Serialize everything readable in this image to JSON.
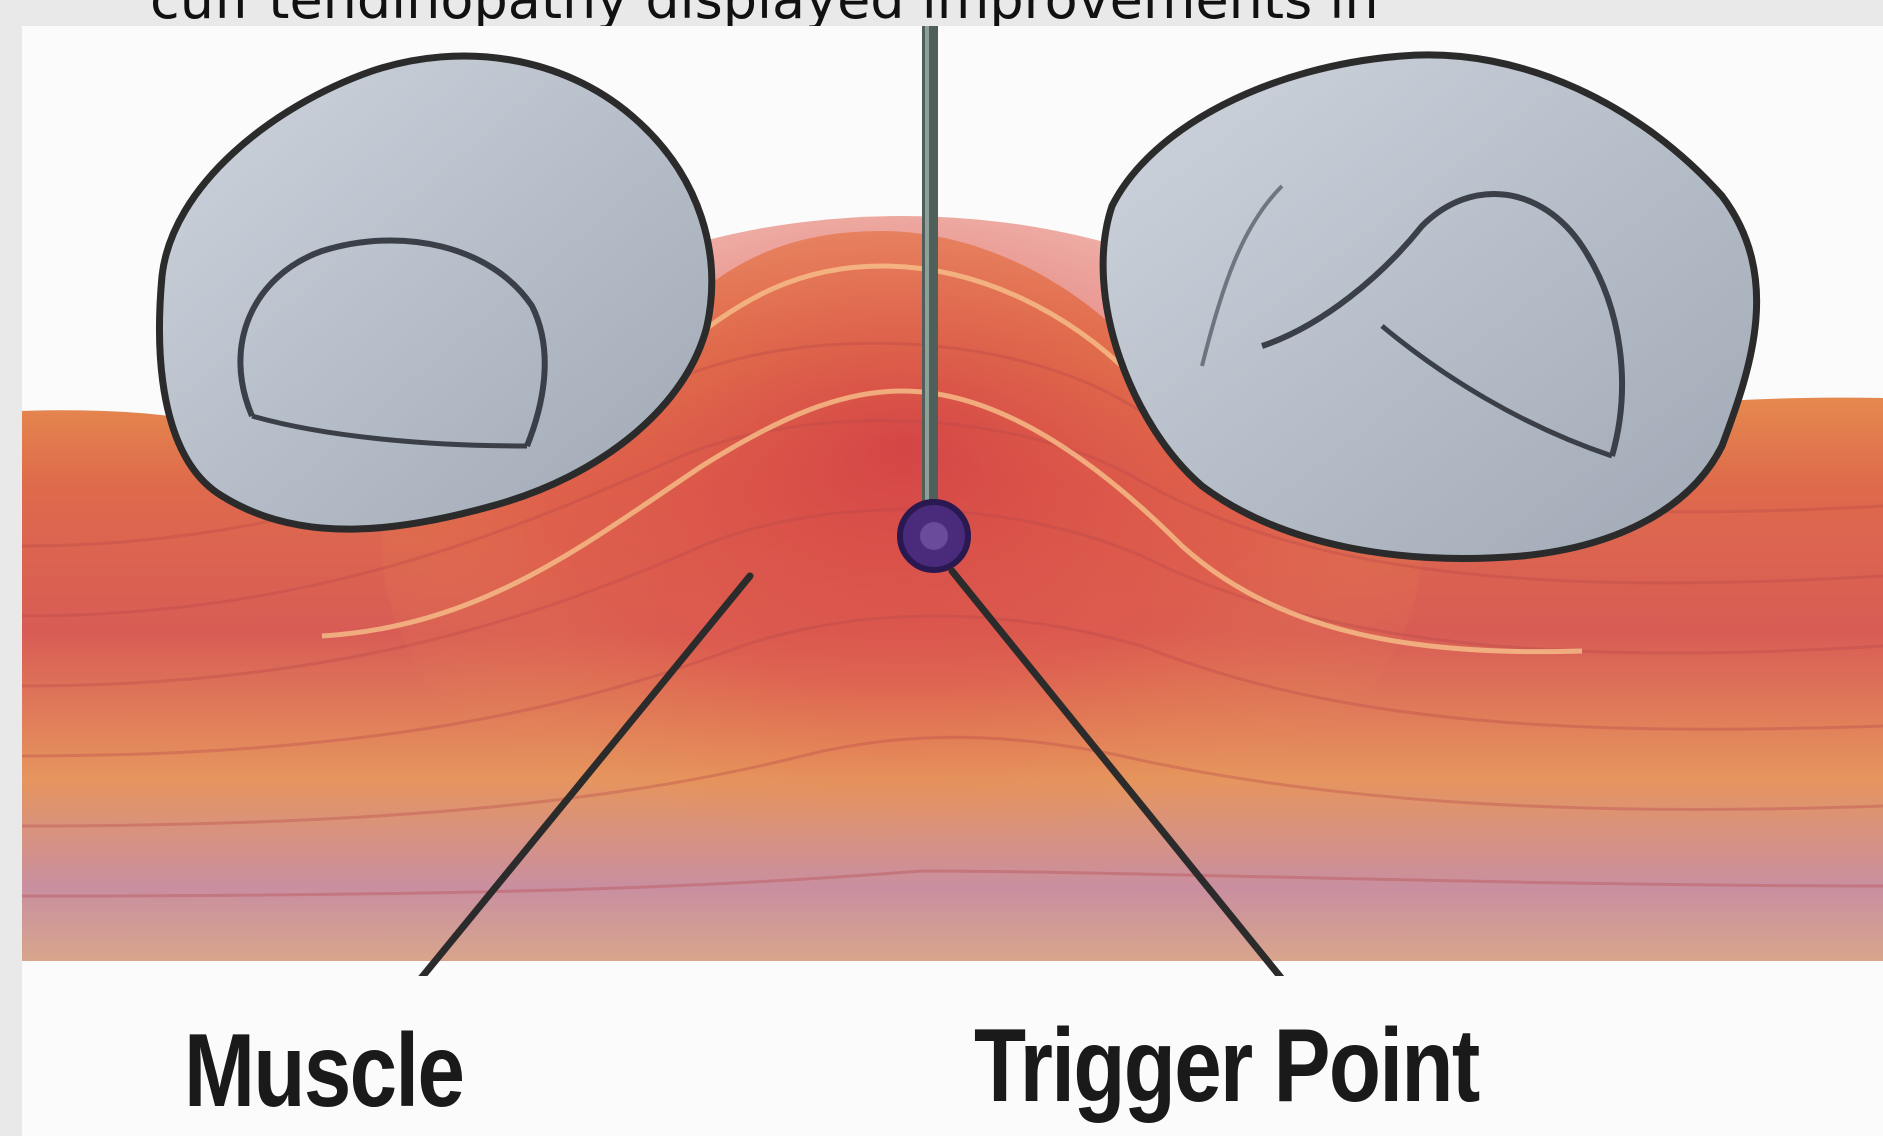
{
  "slide": {
    "caption": "cuff tendinopathy displayed improvements in"
  },
  "figure": {
    "labels": {
      "muscle": "Muscle",
      "trigger_point": "Trigger Point"
    },
    "colors": {
      "muscle_orange": "#e8954f",
      "muscle_red": "#d9574a",
      "muscle_pink": "#c98fa0",
      "finger_gray": "#b9c1cc",
      "outline": "#2b2b2b",
      "trigger_point": "#4a2a7a",
      "needle": "#4f5f5a"
    },
    "icons": [
      "finger-left-icon",
      "finger-right-icon",
      "needle-icon",
      "trigger-point-marker-icon"
    ]
  }
}
